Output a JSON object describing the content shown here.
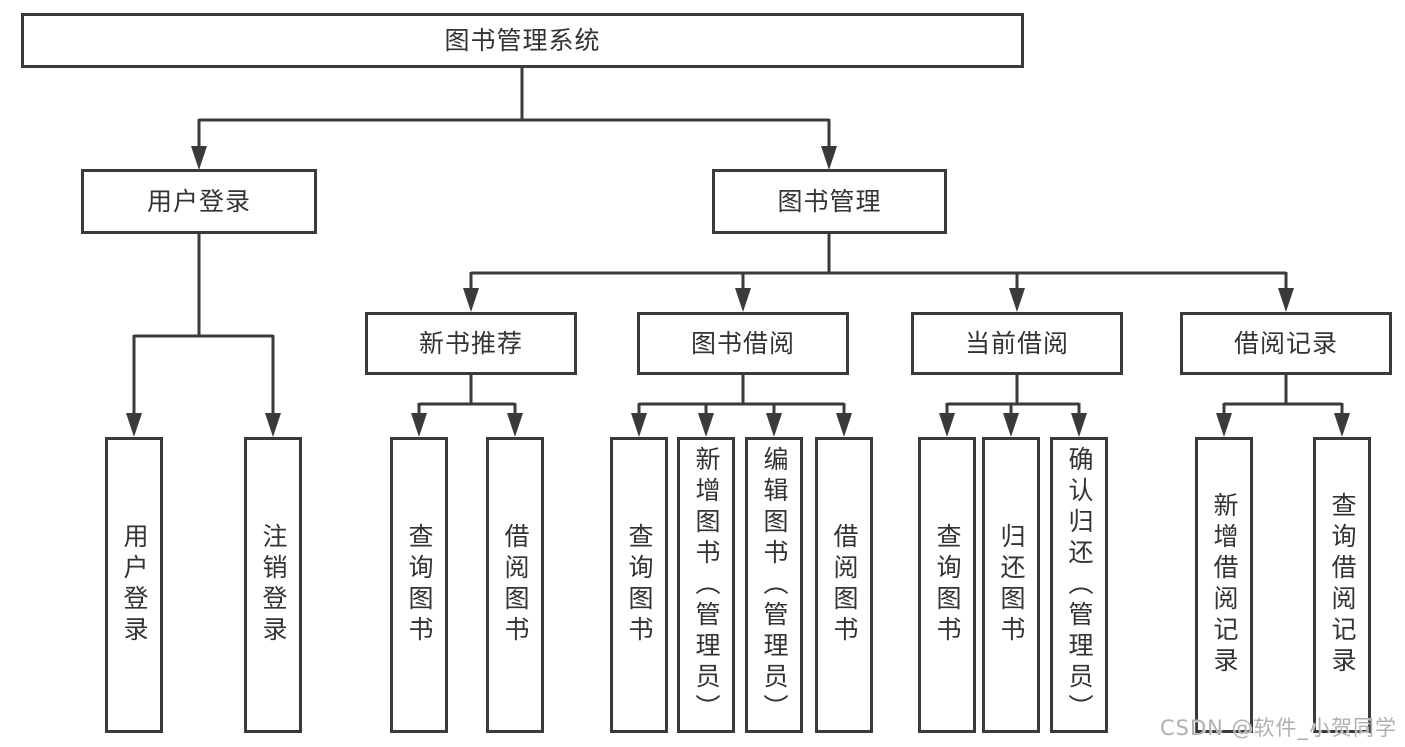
{
  "tree": {
    "root": {
      "label": "图书管理系统",
      "children": [
        {
          "label": "用户登录",
          "children": [
            {
              "label": "用户登录"
            },
            {
              "label": "注销登录"
            }
          ]
        },
        {
          "label": "图书管理",
          "children": [
            {
              "label": "新书推荐",
              "children": [
                {
                  "label": "查询图书"
                },
                {
                  "label": "借阅图书"
                }
              ]
            },
            {
              "label": "图书借阅",
              "children": [
                {
                  "label": "查询图书"
                },
                {
                  "label": "新增图书（管理员）"
                },
                {
                  "label": "编辑图书（管理员）"
                },
                {
                  "label": "借阅图书"
                }
              ]
            },
            {
              "label": "当前借阅",
              "children": [
                {
                  "label": "查询图书"
                },
                {
                  "label": "归还图书"
                },
                {
                  "label": "确认归还（管理员）"
                }
              ]
            },
            {
              "label": "借阅记录",
              "children": [
                {
                  "label": "新增借阅记录"
                },
                {
                  "label": "查询借阅记录"
                }
              ]
            }
          ]
        }
      ]
    }
  },
  "watermark": {
    "text": "CSDN @软件_小贺同学"
  },
  "colors": {
    "line": "#3a3a3a",
    "text": "#333333",
    "watermark": "#b0b0b0",
    "background": "#ffffff"
  }
}
